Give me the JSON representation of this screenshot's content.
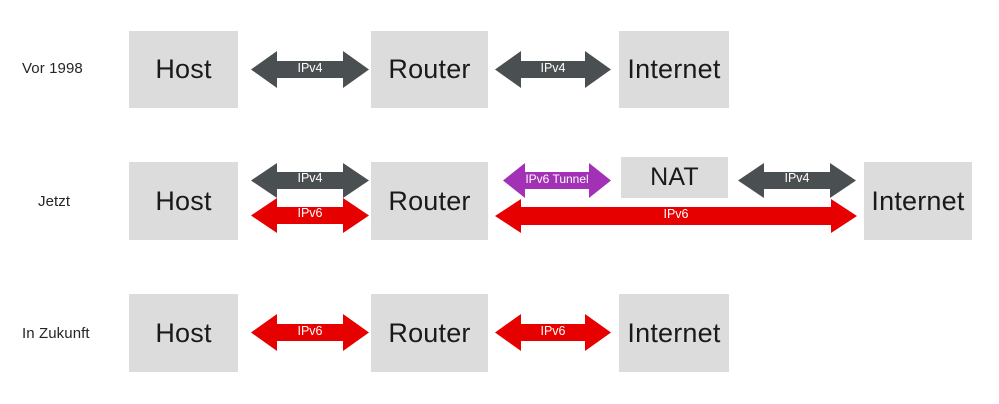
{
  "diagram": {
    "title_rows": [
      "Vor 1998",
      "Jetzt",
      "In Zukunft"
    ],
    "colors": {
      "box_fill": "#dcdcdc",
      "ipv4_arrow": "#4a4f51",
      "ipv6_arrow": "#e60000",
      "tunnel_arrow": "#a331b5",
      "label_text": "#262626",
      "background": "#ffffff"
    },
    "rows": [
      {
        "label": "Vor 1998",
        "nodes": [
          {
            "name": "Host",
            "text": "Host"
          },
          {
            "name": "Router",
            "text": "Router"
          },
          {
            "name": "Internet",
            "text": "Internet"
          }
        ],
        "connections": [
          {
            "name": "host-router",
            "label": "IPv4",
            "color": "ipv4"
          },
          {
            "name": "router-internet",
            "label": "IPv4",
            "color": "ipv4"
          }
        ]
      },
      {
        "label": "Jetzt",
        "nodes": [
          {
            "name": "Host",
            "text": "Host"
          },
          {
            "name": "Router",
            "text": "Router"
          },
          {
            "name": "NAT",
            "text": "NAT"
          },
          {
            "name": "Internet",
            "text": "Internet"
          }
        ],
        "connections": [
          {
            "name": "host-router-ipv4",
            "label": "IPv4",
            "color": "ipv4"
          },
          {
            "name": "host-router-ipv6",
            "label": "IPv6",
            "color": "ipv6"
          },
          {
            "name": "router-nat-tunnel",
            "label": "IPv6 Tunnel",
            "color": "tunnel"
          },
          {
            "name": "nat-internet-ipv4",
            "label": "IPv4",
            "color": "ipv4"
          },
          {
            "name": "router-internet-ipv6",
            "label": "IPv6",
            "color": "ipv6"
          }
        ]
      },
      {
        "label": "In Zukunft",
        "nodes": [
          {
            "name": "Host",
            "text": "Host"
          },
          {
            "name": "Router",
            "text": "Router"
          },
          {
            "name": "Internet",
            "text": "Internet"
          }
        ],
        "connections": [
          {
            "name": "host-router",
            "label": "IPv6",
            "color": "ipv6"
          },
          {
            "name": "router-internet",
            "label": "IPv6",
            "color": "ipv6"
          }
        ]
      }
    ]
  }
}
